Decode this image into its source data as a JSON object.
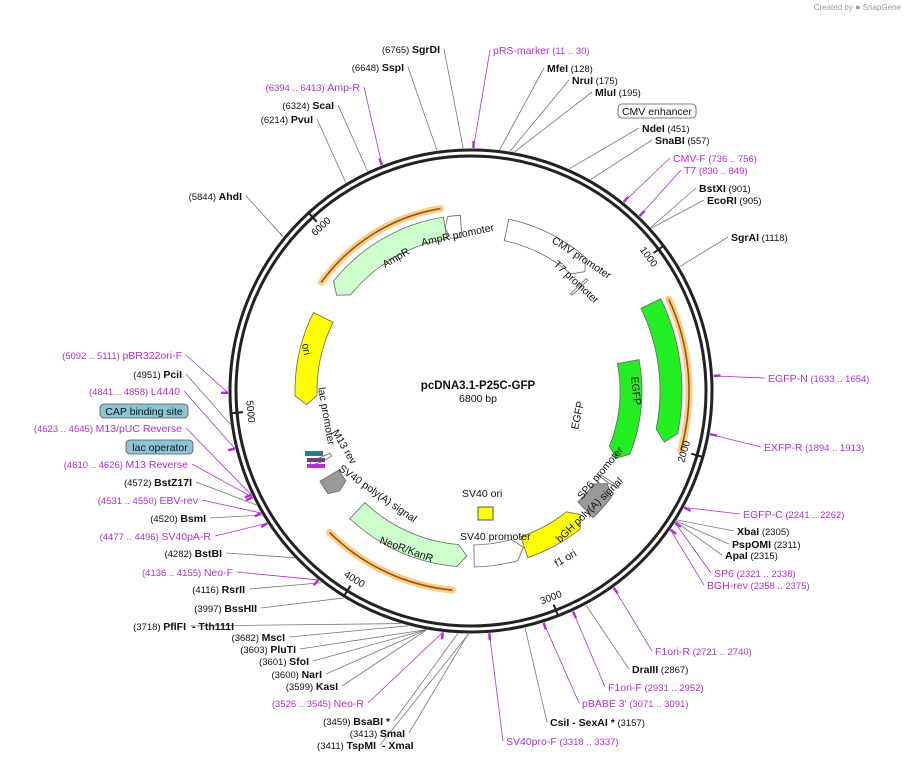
{
  "credit": {
    "prefix": "Created by",
    "brand": "SnapGene"
  },
  "plasmid": {
    "name": "pcDNA3.1-P25C-GFP",
    "size": "6800 bp",
    "length": 6800
  },
  "ticks": [
    {
      "pos": 1000,
      "label": "1000"
    },
    {
      "pos": 2000,
      "label": "2000"
    },
    {
      "pos": 3000,
      "label": "3000"
    },
    {
      "pos": 4000,
      "label": "4000"
    },
    {
      "pos": 5000,
      "label": "5000"
    },
    {
      "pos": 6000,
      "label": "6000"
    }
  ],
  "colors": {
    "backbone": "#222222",
    "primer": "#b030d0",
    "ori": "#ffff00",
    "gfp": "#22ee22",
    "resist": "#ccffcc",
    "promoter": "#ffffff",
    "orf": "#ffaa44",
    "term": "#999999"
  },
  "features": [
    {
      "label": "CMV promoter",
      "start": 235,
      "end": 825,
      "r": 165,
      "color": "#ffffff"
    },
    {
      "label": "T7 promoter",
      "start": 863,
      "end": 882,
      "r": 150,
      "color": "#ffffff"
    },
    {
      "label": "EGFP",
      "start": 1210,
      "end": 1980,
      "r": 200,
      "color": "#22ee22"
    },
    {
      "label": "EGFP",
      "start": 1500,
      "end": 2170,
      "r": 160,
      "color": "#22ee22"
    },
    {
      "label": "SP6 promoter",
      "start": 2321,
      "end": 2338,
      "r": 165,
      "color": "#ffffff"
    },
    {
      "label": "bGH poly(A) signal",
      "start": 2345,
      "end": 2570,
      "r": 165,
      "color": "#999999"
    },
    {
      "label": "f1 ori",
      "start": 2616,
      "end": 3044,
      "r": 165,
      "color": "#ffff00"
    },
    {
      "label": "SV40 promoter",
      "start": 3050,
      "end": 3380,
      "r": 165,
      "color": "#ffffff"
    },
    {
      "label": "NeoR/KanR",
      "start": 3427,
      "end": 4222,
      "r": 165,
      "color": "#ccffcc"
    },
    {
      "label": "SV40 poly(A) signal",
      "start": 4396,
      "end": 4517,
      "r": 165,
      "color": "#999999"
    },
    {
      "label": "lac promoter",
      "start": 4620,
      "end": 4650,
      "r": 165,
      "color": "#ffffff"
    },
    {
      "label": "ori",
      "start": 5010,
      "end": 5600,
      "r": 165,
      "color": "#ffff00"
    },
    {
      "label": "AmpR",
      "start": 5770,
      "end": 6630,
      "r": 165,
      "color": "#ccffcc"
    },
    {
      "label": "AmpR promoter",
      "start": 6630,
      "end": 6735,
      "r": 165,
      "color": "#ffffff"
    }
  ],
  "feature_labels": [
    {
      "text": "CMV promoter"
    },
    {
      "text": "T7 promoter"
    },
    {
      "text": "EGFP"
    },
    {
      "text": "EGFP"
    },
    {
      "text": "SP6 promoter"
    },
    {
      "text": "bGH poly(A) signal"
    },
    {
      "text": "f1 ori"
    },
    {
      "text": "SV40 ori"
    },
    {
      "text": "SV40 promoter"
    },
    {
      "text": "NeoR/KanR"
    },
    {
      "text": "SV40 poly(A) signal"
    },
    {
      "text": "M13 rev"
    },
    {
      "text": "lac promoter"
    },
    {
      "text": "ori"
    },
    {
      "text": "AmpR"
    },
    {
      "text": "AmpR promoter"
    }
  ],
  "boxed_labels": [
    {
      "text": "CMV enhancer",
      "fill": "#ffffff"
    },
    {
      "text": "CAP binding site",
      "fill": "#8cc4d4"
    },
    {
      "text": "lac operator",
      "fill": "#8cc4d4"
    }
  ],
  "sites": [
    {
      "name": "SgrDI",
      "pos": "(6765)",
      "primer": false,
      "star": ""
    },
    {
      "name": "SspI",
      "pos": "(6648)",
      "primer": false,
      "star": ""
    },
    {
      "name": "Amp-R",
      "pos": "(6394 .. 6413)",
      "primer": true,
      "star": ""
    },
    {
      "name": "ScaI",
      "pos": "(6324)",
      "primer": false,
      "star": ""
    },
    {
      "name": "PvuI",
      "pos": "(6214)",
      "primer": false,
      "star": ""
    },
    {
      "name": "AhdI",
      "pos": "(5844)",
      "primer": false,
      "star": ""
    },
    {
      "name": "pBR322ori-F",
      "pos": "(5092 .. 5111)",
      "primer": true,
      "star": ""
    },
    {
      "name": "PciI",
      "pos": "(4951)",
      "primer": false,
      "star": ""
    },
    {
      "name": "L4440",
      "pos": "(4841 .. 4858)",
      "primer": true,
      "star": ""
    },
    {
      "name": "M13/pUC Reverse",
      "pos": "(4623 .. 4645)",
      "primer": true,
      "star": ""
    },
    {
      "name": "M13 Reverse",
      "pos": "(4610 .. 4626)",
      "primer": true,
      "star": ""
    },
    {
      "name": "BstZ17I",
      "pos": "(4572)",
      "primer": false,
      "star": ""
    },
    {
      "name": "EBV-rev",
      "pos": "(4531 .. 4550)",
      "primer": true,
      "star": ""
    },
    {
      "name": "BsmI",
      "pos": "(4520)",
      "primer": false,
      "star": ""
    },
    {
      "name": "SV40pA-R",
      "pos": "(4477 .. 4496)",
      "primer": true,
      "star": ""
    },
    {
      "name": "BstBI",
      "pos": "(4282)",
      "primer": false,
      "star": ""
    },
    {
      "name": "Neo-F",
      "pos": "(4136 .. 4155)",
      "primer": true,
      "star": ""
    },
    {
      "name": "RsrII",
      "pos": "(4116)",
      "primer": false,
      "star": ""
    },
    {
      "name": "BssHII",
      "pos": "(3997)",
      "primer": false,
      "star": ""
    },
    {
      "name": "PflFI",
      "pos": "(3718)",
      "primer": false,
      "star": "",
      "extra": "- Tth111I"
    },
    {
      "name": "MscI",
      "pos": "(3682)",
      "primer": false,
      "star": ""
    },
    {
      "name": "PluTI",
      "pos": "(3603)",
      "primer": false,
      "star": ""
    },
    {
      "name": "SfoI",
      "pos": "(3601)",
      "primer": false,
      "star": ""
    },
    {
      "name": "NarI",
      "pos": "(3600)",
      "primer": false,
      "star": ""
    },
    {
      "name": "KasI",
      "pos": "(3599)",
      "primer": false,
      "star": ""
    },
    {
      "name": "Neo-R",
      "pos": "(3526 .. 3545)",
      "primer": true,
      "star": ""
    },
    {
      "name": "BsaBI",
      "pos": "(3459)",
      "primer": false,
      "star": "*"
    },
    {
      "name": "SmaI",
      "pos": "(3413)",
      "primer": false,
      "star": ""
    },
    {
      "name": "TspMI",
      "pos": "(3411)",
      "primer": false,
      "star": "",
      "extra": "- XmaI"
    },
    {
      "name": "SV40pro-F",
      "pos": "(3318 .. 3337)",
      "primer": true,
      "star": ""
    },
    {
      "name": "CsiI",
      "pos": "(3157)",
      "primer": false,
      "star": "",
      "extra": "- SexAI *"
    },
    {
      "name": "pBABE 3'",
      "pos": "(3071 .. 3091)",
      "primer": true,
      "star": ""
    },
    {
      "name": "F1ori-F",
      "pos": "(2931 .. 2952)",
      "primer": true,
      "star": ""
    },
    {
      "name": "DraIII",
      "pos": "(2867)",
      "primer": false,
      "star": ""
    },
    {
      "name": "F1ori-R",
      "pos": "(2721 .. 2740)",
      "primer": true,
      "star": ""
    },
    {
      "name": "BGH-rev",
      "pos": "(2358 .. 2375)",
      "primer": true,
      "star": ""
    },
    {
      "name": "SP6",
      "pos": "(2321 .. 2338)",
      "primer": true,
      "star": ""
    },
    {
      "name": "ApaI",
      "pos": "(2315)",
      "primer": false,
      "star": ""
    },
    {
      "name": "PspOMI",
      "pos": "(2311)",
      "primer": false,
      "star": ""
    },
    {
      "name": "XbaI",
      "pos": "(2305)",
      "primer": false,
      "star": ""
    },
    {
      "name": "EGFP-C",
      "pos": "(2241 .. 2262)",
      "primer": true,
      "star": ""
    },
    {
      "name": "EXFP-R",
      "pos": "(1894 .. 1913)",
      "primer": true,
      "star": ""
    },
    {
      "name": "EGFP-N",
      "pos": "(1633 .. 1654)",
      "primer": true,
      "star": ""
    },
    {
      "name": "SgrAI",
      "pos": "(1118)",
      "primer": false,
      "star": ""
    },
    {
      "name": "EcoRI",
      "pos": "(905)",
      "primer": false,
      "star": ""
    },
    {
      "name": "BstXI",
      "pos": "(901)",
      "primer": false,
      "star": ""
    },
    {
      "name": "T7",
      "pos": "(830 .. 849)",
      "primer": true,
      "star": ""
    },
    {
      "name": "CMV-F",
      "pos": "(736 .. 756)",
      "primer": true,
      "star": ""
    },
    {
      "name": "SnaBI",
      "pos": "(557)",
      "primer": false,
      "star": ""
    },
    {
      "name": "NdeI",
      "pos": "(451)",
      "primer": false,
      "star": ""
    },
    {
      "name": "MluI",
      "pos": "(195)",
      "primer": false,
      "star": ""
    },
    {
      "name": "NruI",
      "pos": "(175)",
      "primer": false,
      "star": ""
    },
    {
      "name": "MfeI",
      "pos": "(128)",
      "primer": false,
      "star": ""
    },
    {
      "name": "pRS-marker",
      "pos": "(11 .. 30)",
      "primer": true,
      "star": ""
    }
  ]
}
